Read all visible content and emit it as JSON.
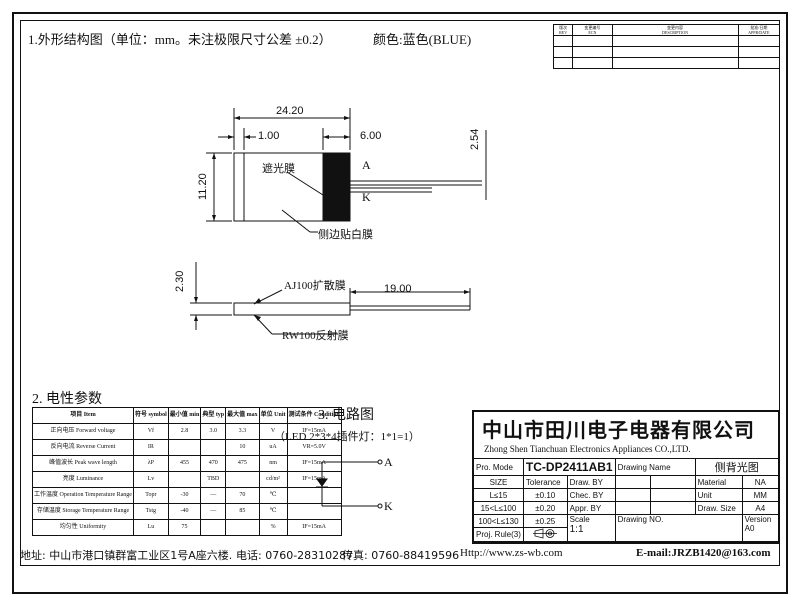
{
  "header": {
    "section1": "1.外形结构图（单位：mm。未注极限尺寸公差 ±0.2）",
    "color": "颜色:蓝色(BLUE)"
  },
  "revision_table": {
    "headers": [
      "REV",
      "ECN",
      "DESCRIPTION",
      "APPR/DATE"
    ],
    "headers_cn": [
      "版次",
      "变更编号",
      "变更内容",
      "批准/日期"
    ]
  },
  "drawing": {
    "dims": {
      "overall_length": "24.20",
      "left_offset": "1.00",
      "black_length": "6.00",
      "lead_spacing": "2.54",
      "height": "11.20",
      "thickness": "2.30",
      "lead_length": "19.00"
    },
    "labels": {
      "shading_film": "遮光膜",
      "anode": "A",
      "cathode": "K",
      "side_white_film": "侧边贴白膜",
      "diffuser": "AJ100扩散膜",
      "reflector": "RW100反射膜"
    }
  },
  "params": {
    "title": "2. 电性参数",
    "headers": [
      "项目 Item",
      "符号 symbol",
      "最小值 min",
      "典型 typ",
      "最大值 max",
      "单位 Unit",
      "测试条件 Condition"
    ],
    "rows": [
      [
        "正向电压 Forward voltage",
        "Vf",
        "2.8",
        "3.0",
        "3.3",
        "V",
        "IF=15mA"
      ],
      [
        "反向电流 Reverse Current",
        "IR",
        "",
        "",
        "10",
        "uA",
        "VR=5.0V"
      ],
      [
        "峰值波长 Peak wave length",
        "λP",
        "455",
        "470",
        "475",
        "nm",
        "IF=15mA"
      ],
      [
        "亮度 Luminance",
        "Lv",
        "",
        "TBD",
        "",
        "cd/m²",
        "IF=15mA"
      ],
      [
        "工作温度 Operation Temperature Range",
        "Topr",
        "-30",
        "—",
        "70",
        "℃",
        ""
      ],
      [
        "存储温度 Storage Temperature Range",
        "Tstg",
        "-40",
        "—",
        "85",
        "℃",
        ""
      ],
      [
        "均匀性 Uniformity",
        "Lu",
        "75",
        "",
        "",
        "%",
        "IF=15mA"
      ]
    ]
  },
  "circuit": {
    "title": "3. 电路图",
    "subtitle": "（LED 2*3*4插件灯：1*1=1）",
    "anode": "A",
    "cathode": "K"
  },
  "title_block": {
    "company_cn": "中山市田川电子电器有限公司",
    "company_en": "Zhong Shen Tianchuan Electronics Appliances CO.,LTD.",
    "pro_mode_label": "Pro. Mode",
    "pro_mode": "TC-DP2411AB1",
    "drawing_name_label": "Drawing Name",
    "drawing_name": "侧背光图",
    "size_label": "SIZE",
    "tolerance_label": "Tolerance",
    "tol_rows": [
      [
        "L≤15",
        "±0.10"
      ],
      [
        "15<L≤100",
        "±0.20"
      ],
      [
        "100<L≤130",
        "±0.25"
      ]
    ],
    "draw_by": "Draw. BY",
    "chec_by": "Chec. BY",
    "appr_by": "Appr. BY",
    "material_label": "Material",
    "material": "NA",
    "unit_label": "Unit",
    "unit": "MM",
    "draw_size_label": "Draw. Size",
    "draw_size": "A4",
    "scale_label": "Scale",
    "scale": "1:1",
    "drawing_no_label": "Drawing NO.",
    "version_label": "Version",
    "version": "A0",
    "proj_rule": "Proj. Rule(3)"
  },
  "footer": {
    "address": "地址: 中山市港口镇群富工业区1号A座六楼.",
    "phone": "电话: 0760-28310287",
    "fax": "传真: 0760-88419596",
    "web": "Http://www.zs-wb.com",
    "email": "E-mail:JRZB1420@163.com"
  }
}
